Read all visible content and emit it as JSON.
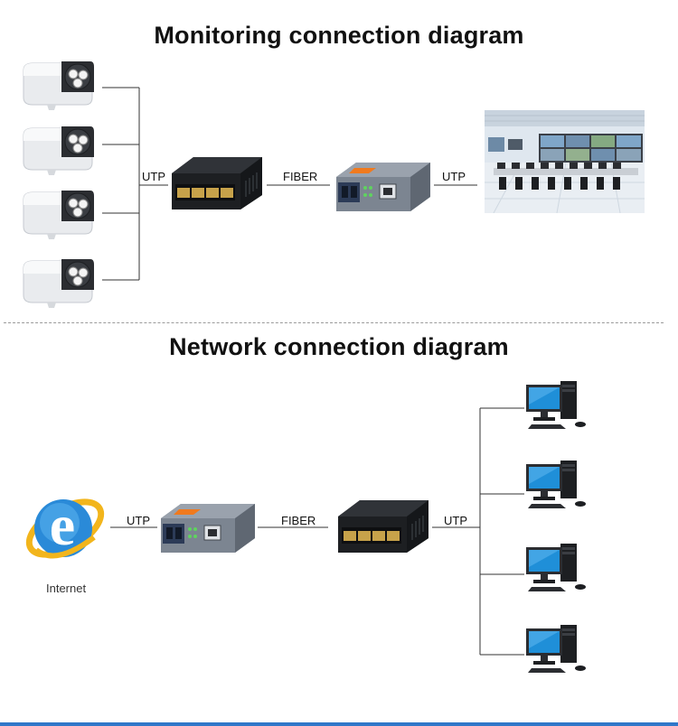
{
  "monitoring": {
    "title": "Monitoring connection diagram",
    "labels": {
      "utp_left": "UTP",
      "fiber": "FIBER",
      "utp_right": "UTP"
    },
    "cameras": [
      {
        "name": "camera"
      },
      {
        "name": "camera"
      },
      {
        "name": "camera"
      },
      {
        "name": "camera"
      }
    ],
    "devices": [
      "switch-4-port",
      "media-converter",
      "control-room"
    ]
  },
  "network": {
    "title": "Network connection diagram",
    "internet_label": "Internet",
    "labels": {
      "utp_left": "UTP",
      "fiber": "FIBER",
      "utp_right": "UTP"
    },
    "computers": [
      {
        "name": "desktop-computer"
      },
      {
        "name": "desktop-computer"
      },
      {
        "name": "desktop-computer"
      },
      {
        "name": "desktop-computer"
      }
    ],
    "devices": [
      "internet-explorer-icon",
      "media-converter",
      "switch-4-port"
    ]
  },
  "colors": {
    "accent_blue": "#2f77c9",
    "converter_orange": "#f07a1e",
    "device_gray": "#7c8591",
    "switch_black": "#1d1f22"
  }
}
